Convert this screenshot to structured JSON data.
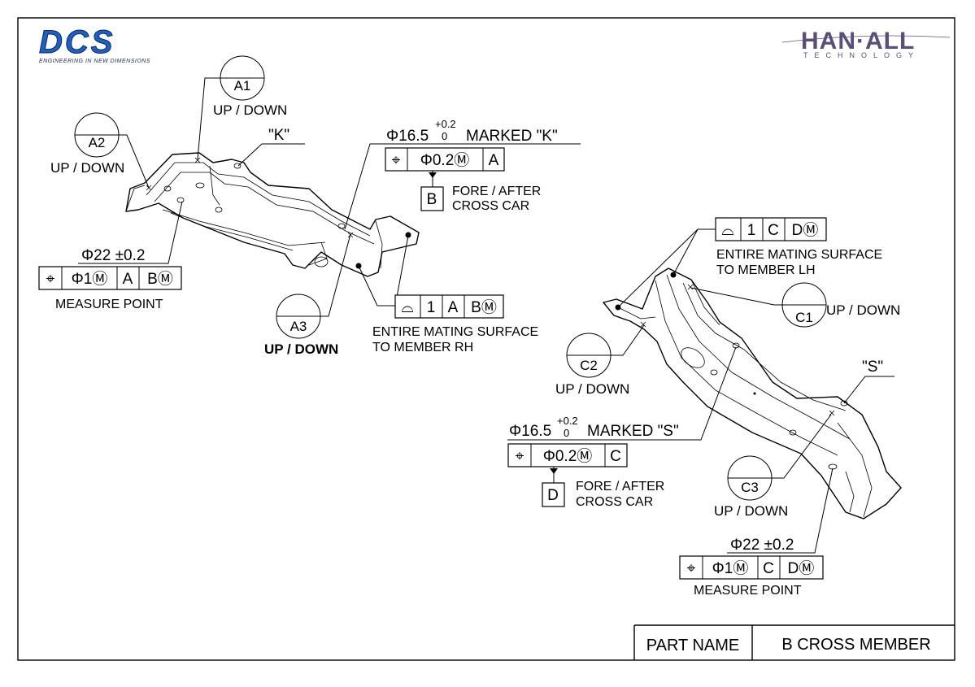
{
  "logos": {
    "left": {
      "text": "DCS",
      "tagline": "ENGINEERING IN NEW DIMENSIONS",
      "color": "#1f5fbf"
    },
    "right": {
      "text": "HAN·ALL",
      "sub": "TECHNOLOGY",
      "color": "#5a4f7a"
    }
  },
  "datums_targets": {
    "A1": {
      "code": "A1",
      "label": "UP / DOWN"
    },
    "A2": {
      "code": "A2",
      "label": "UP / DOWN"
    },
    "A3": {
      "code": "A3",
      "label": "UP / DOWN"
    },
    "C1": {
      "code": "C1",
      "label": "UP / DOWN"
    },
    "C2": {
      "code": "C2",
      "label": "UP / DOWN"
    },
    "C3": {
      "code": "C3",
      "label": "UP / DOWN"
    }
  },
  "left_part": {
    "k_label": "\"K\"",
    "hole_dim": {
      "dia": "Φ16.5",
      "tol_plus": "+0.2",
      "tol_zero": "0",
      "note": "MARKED \"K\""
    },
    "hole_fcf": [
      "⌖",
      "Φ0.2Ⓜ",
      "A"
    ],
    "datum_B": {
      "letter": "B",
      "line1": "FORE / AFTER",
      "line2": "CROSS CAR"
    },
    "pin_dim": {
      "text": "Φ22 ±0.2"
    },
    "pin_fcf": [
      "⌖",
      "Φ1Ⓜ",
      "A",
      "BⓂ"
    ],
    "pin_note": "MEASURE POINT",
    "surface_fcf": [
      "⌓",
      "1",
      "A",
      "BⓂ"
    ],
    "surface_note_1": "ENTIRE MATING SURFACE",
    "surface_note_2": "TO MEMBER RH"
  },
  "right_part": {
    "s_label": "\"S\"",
    "surface_fcf": [
      "⌓",
      "1",
      "C",
      "DⓂ"
    ],
    "surface_note_1": "ENTIRE MATING SURFACE",
    "surface_note_2": "TO MEMBER LH",
    "hole_dim": {
      "dia": "Φ16.5",
      "tol_plus": "+0.2",
      "tol_zero": "0",
      "note": "MARKED \"S\""
    },
    "hole_fcf": [
      "⌖",
      "Φ0.2Ⓜ",
      "C"
    ],
    "datum_D": {
      "letter": "D",
      "line1": "FORE / AFTER",
      "line2": "CROSS CAR"
    },
    "pin_dim": {
      "text": "Φ22 ±0.2"
    },
    "pin_fcf": [
      "⌖",
      "Φ1Ⓜ",
      "C",
      "DⓂ"
    ],
    "pin_note": "MEASURE POINT"
  },
  "title_block": {
    "label": "PART NAME",
    "value": "B CROSS MEMBER"
  }
}
